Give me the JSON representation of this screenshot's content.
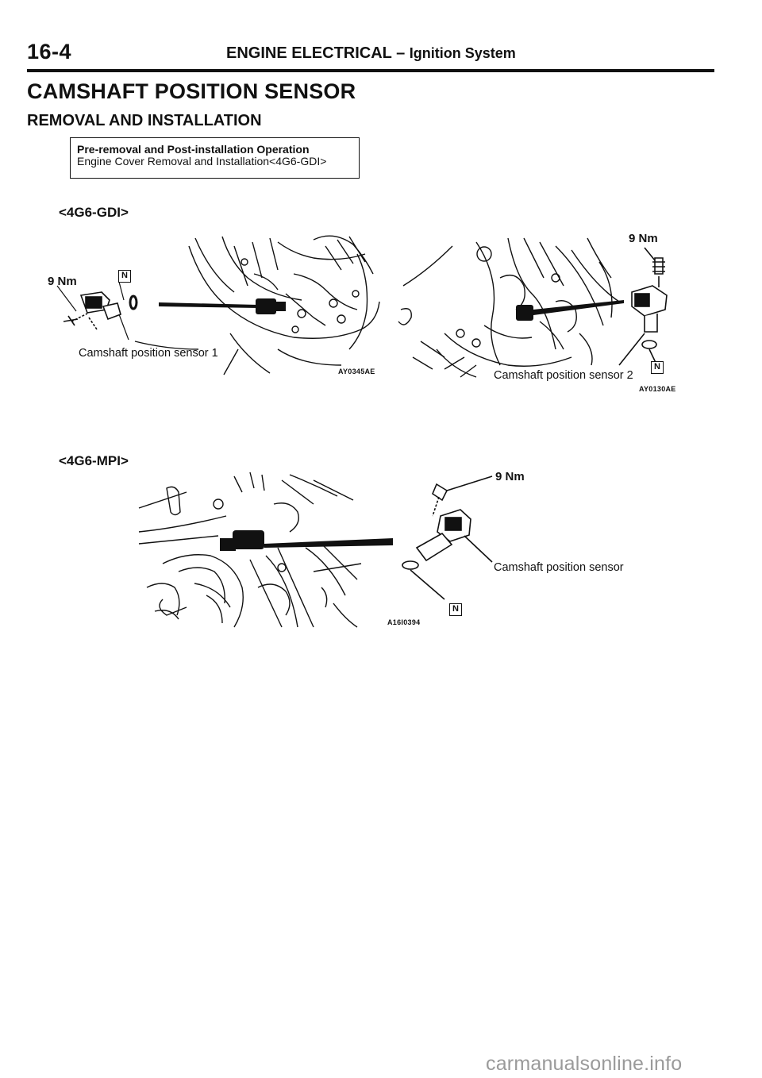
{
  "header": {
    "page_number": "16-4",
    "section": "ENGINE ELECTRICAL",
    "dash": "–",
    "subsection": "Ignition System"
  },
  "title": "CAMSHAFT POSITION SENSOR",
  "subtitle": "REMOVAL AND INSTALLATION",
  "info_box": {
    "line1": "Pre-removal and Post-installation Operation",
    "line2": "Engine Cover Removal and Installation<4G6-GDI>"
  },
  "gdi": {
    "label": "<4G6-GDI>",
    "fig1": {
      "torque": "9 Nm",
      "callout": "Camshaft position sensor 1",
      "code": "AY0345AE",
      "n_mark": "N"
    },
    "fig2": {
      "torque": "9 Nm",
      "callout": "Camshaft position sensor 2",
      "code": "AY0130AE",
      "n_mark": "N"
    }
  },
  "mpi": {
    "label": "<4G6-MPI>",
    "fig": {
      "torque": "9 Nm",
      "callout": "Camshaft position sensor",
      "code": "A16I0394",
      "n_mark": "N"
    }
  },
  "watermark": "carmanualsonline.info"
}
